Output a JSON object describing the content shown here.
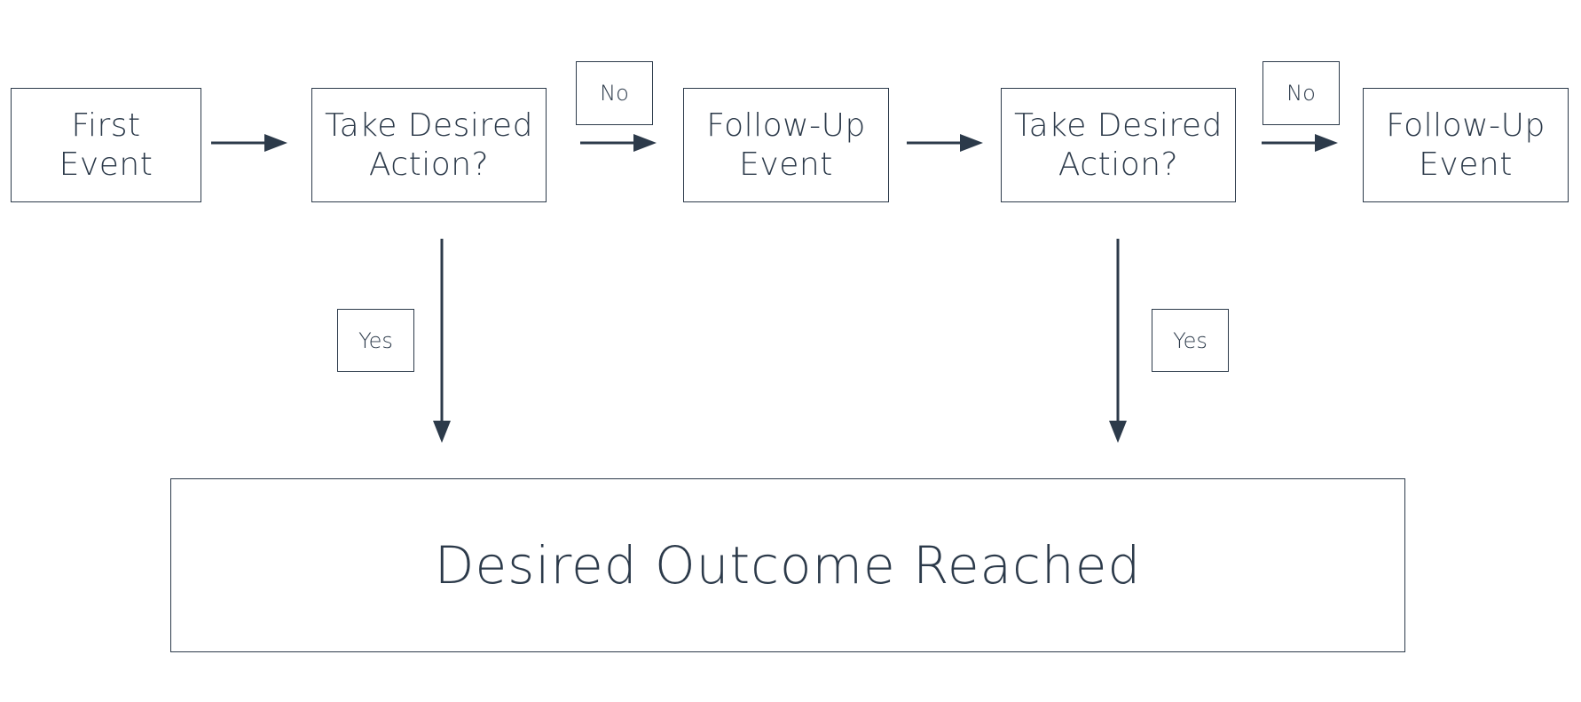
{
  "colors": {
    "ink": "#2c3a4a",
    "background": "#ffffff"
  },
  "nodes": {
    "first_event": "First\nEvent",
    "decision_1": "Take Desired\nAction?",
    "follow_up_1": "Follow-Up\nEvent",
    "decision_2": "Take Desired\nAction?",
    "follow_up_2": "Follow-Up\nEvent",
    "outcome": "Desired Outcome Reached"
  },
  "edge_labels": {
    "no_1": "No",
    "no_2": "No",
    "yes_1": "Yes",
    "yes_2": "Yes"
  }
}
